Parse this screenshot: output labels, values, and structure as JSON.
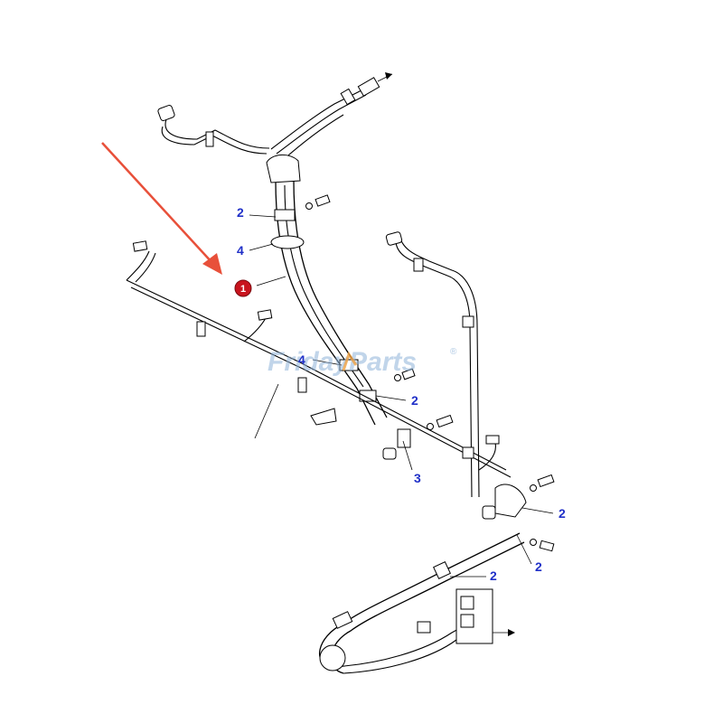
{
  "diagram": {
    "callouts": [
      {
        "id": "c2a",
        "label": "2"
      },
      {
        "id": "c4a",
        "label": "4"
      },
      {
        "id": "c4b",
        "label": "4"
      },
      {
        "id": "c2b",
        "label": "2"
      },
      {
        "id": "c3",
        "label": "3"
      },
      {
        "id": "c2c",
        "label": "2"
      },
      {
        "id": "c2d",
        "label": "2"
      },
      {
        "id": "c2e",
        "label": "2"
      }
    ],
    "marker": {
      "label": "1",
      "color": "#c8141e"
    },
    "arrow_color": "#e8503a",
    "callout_color": "#2030c8",
    "watermark": {
      "text": "FridayParts",
      "symbol": "®",
      "color": "#8fb3d9"
    }
  }
}
